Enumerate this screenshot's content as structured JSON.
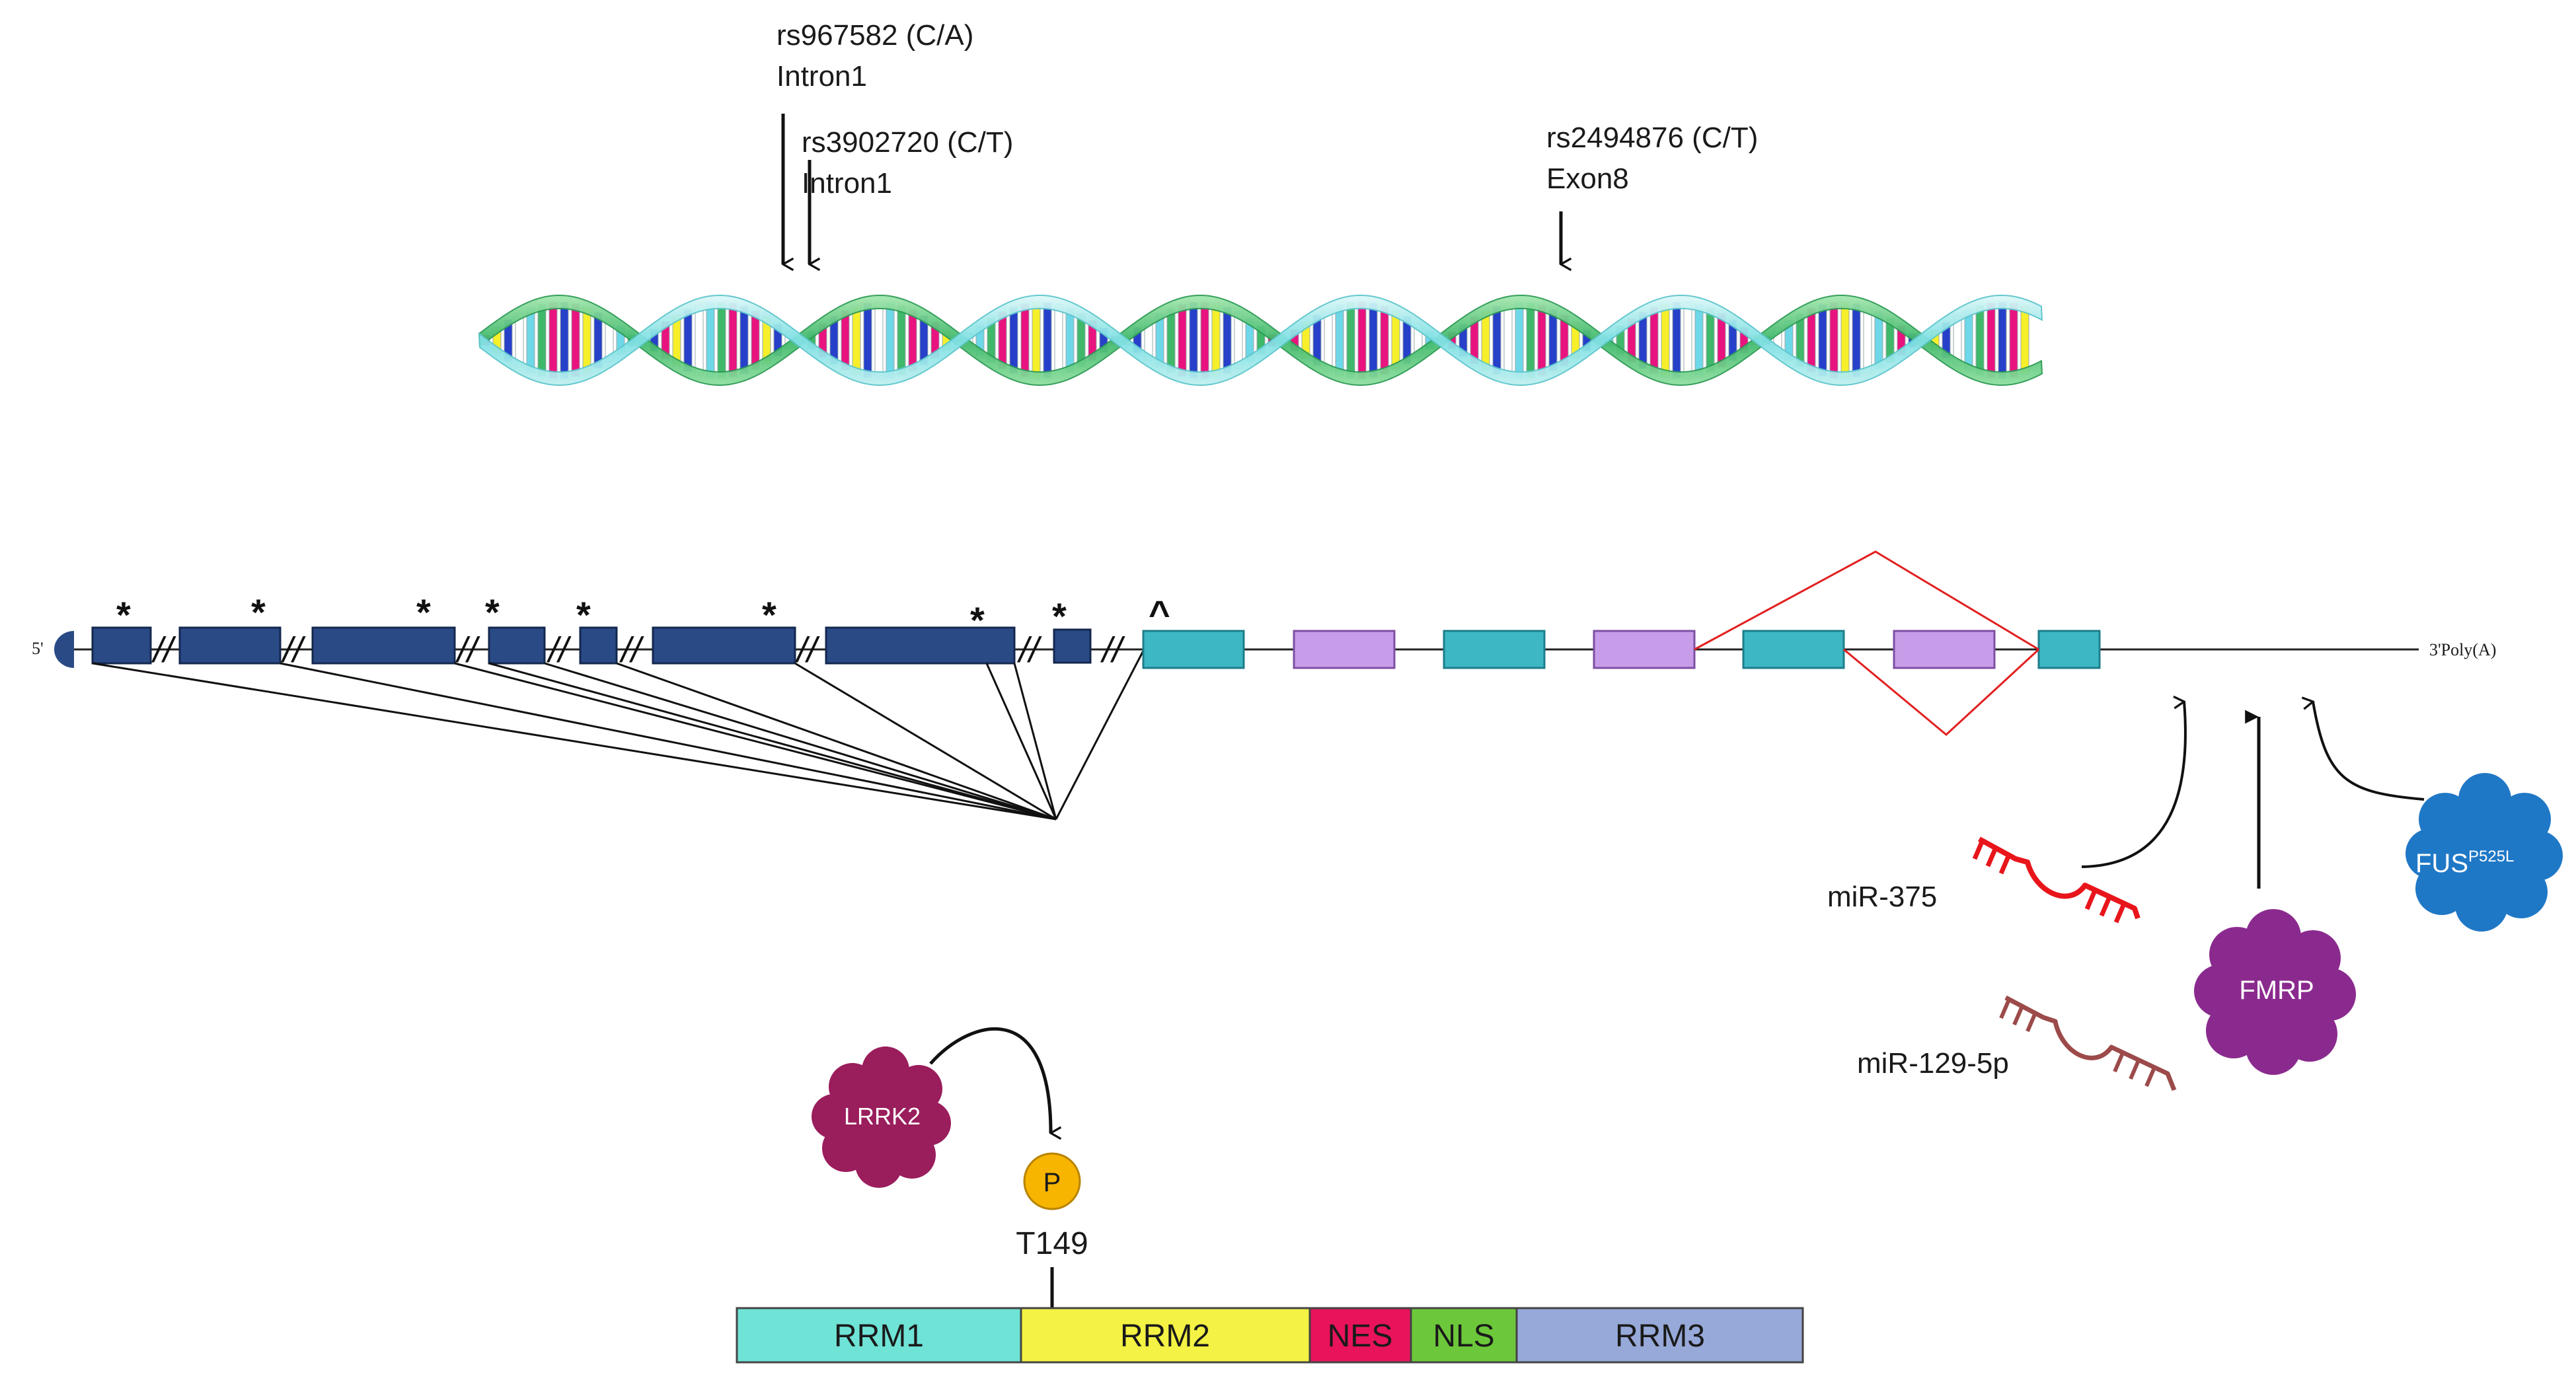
{
  "snps": [
    {
      "id": "rs967582 (C/A)",
      "location": "Intron1"
    },
    {
      "id": "rs3902720 (C/T)",
      "location": "Intron1"
    },
    {
      "id": "rs2494876 (C/T)",
      "location": "Exon8"
    }
  ],
  "gene": {
    "five_prime": "5'",
    "three_prime": "3'Poly(A)",
    "exon_mark": "*",
    "exon_mark_special": "^",
    "break_mark": "//"
  },
  "regulators": {
    "mir375": "miR-375",
    "mir129": "miR-129-5p",
    "fmrp": "FMRP",
    "fus_base": "FUS",
    "fus_sup": "P525L",
    "lrrk2": "LRRK2",
    "phospho": "P",
    "site": "T149"
  },
  "protein": {
    "domains": [
      {
        "label": "RRM1",
        "color": "#6fe3d6"
      },
      {
        "label": "RRM2",
        "color": "#f4f244"
      },
      {
        "label": "NES",
        "color": "#e8135a"
      },
      {
        "label": "NLS",
        "color": "#6cc83a"
      },
      {
        "label": "RRM3",
        "color": "#97a9d8"
      }
    ]
  },
  "colors": {
    "dark_exon": "#2a4a86",
    "teal_exon": "#3db7c4",
    "violet_exon": "#c79ce8",
    "splice_red": "#e22020",
    "mir375": "#e8151b",
    "mir129": "#9c4a4a",
    "fmrp": "#8a2a8e",
    "fus": "#1f78c6",
    "lrrk2": "#9a1d5c",
    "phospho": "#f7b500"
  }
}
